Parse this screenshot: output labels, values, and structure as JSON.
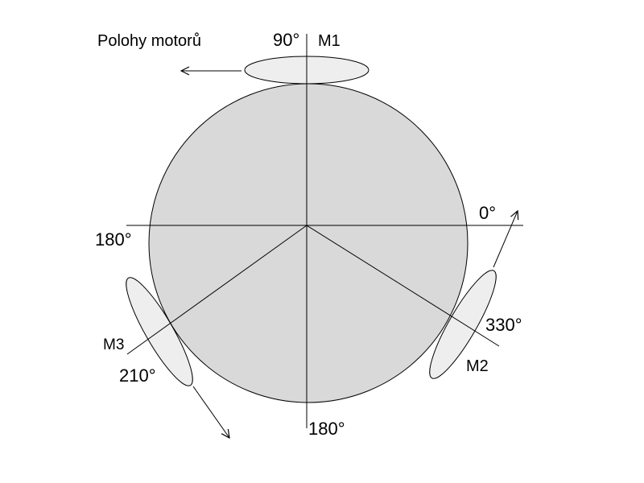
{
  "title": "Polohy motorů",
  "colors": {
    "body_fill": "#d9d9d9",
    "motor_fill": "#eeeeee",
    "stroke": "#000000",
    "background": "#ffffff"
  },
  "motors": [
    {
      "name": "M1",
      "angle_label": "90°"
    },
    {
      "name": "M2",
      "angle_label": "330°"
    },
    {
      "name": "M3",
      "angle_label": "210°"
    }
  ],
  "axis_labels": {
    "right": "0°",
    "left": "180°",
    "bottom": "180°"
  }
}
